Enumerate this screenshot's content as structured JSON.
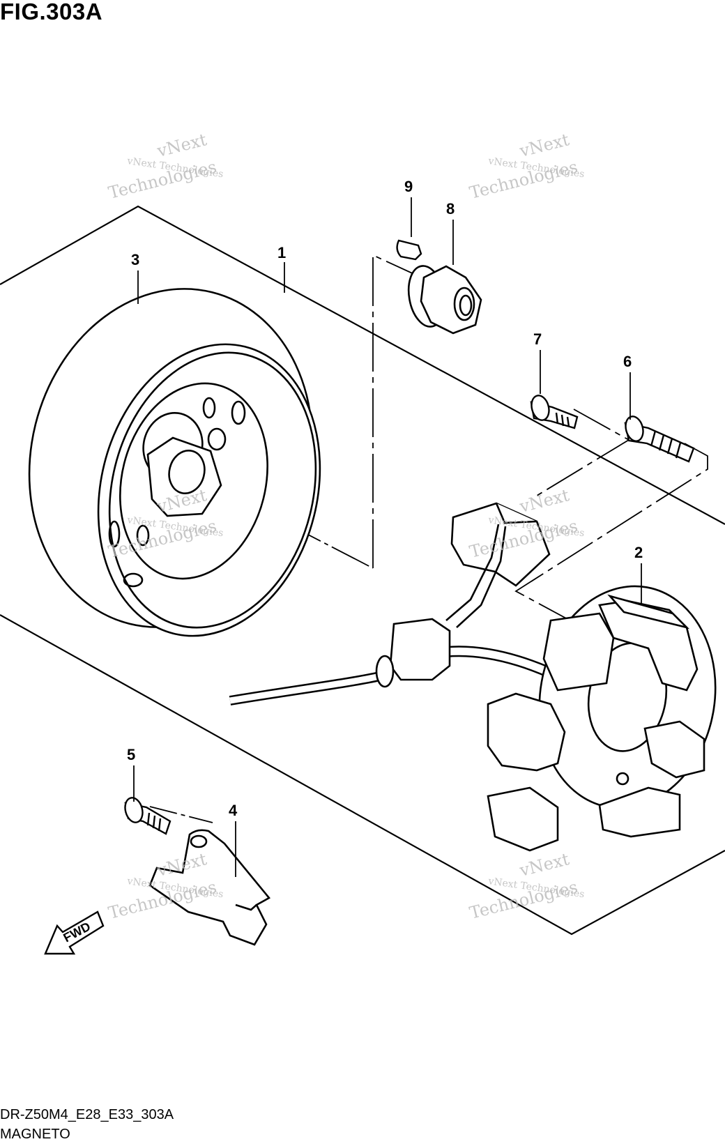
{
  "figure": {
    "title": "FIG.303A",
    "footer_code": "DR-Z50M4_E28_E33_303A",
    "footer_name": "MAGNETO"
  },
  "callouts": {
    "c1": "1",
    "c2": "2",
    "c3": "3",
    "c4": "4",
    "c5": "5",
    "c6": "6",
    "c7": "7",
    "c8": "8",
    "c9": "9"
  },
  "direction_label": "FWD",
  "watermark": {
    "line1": "vNext",
    "line2": "vNext Technologies",
    "line3": "Technologies"
  },
  "colors": {
    "ink": "#000000",
    "watermark": "#b9b9b9",
    "background": "#ffffff"
  }
}
